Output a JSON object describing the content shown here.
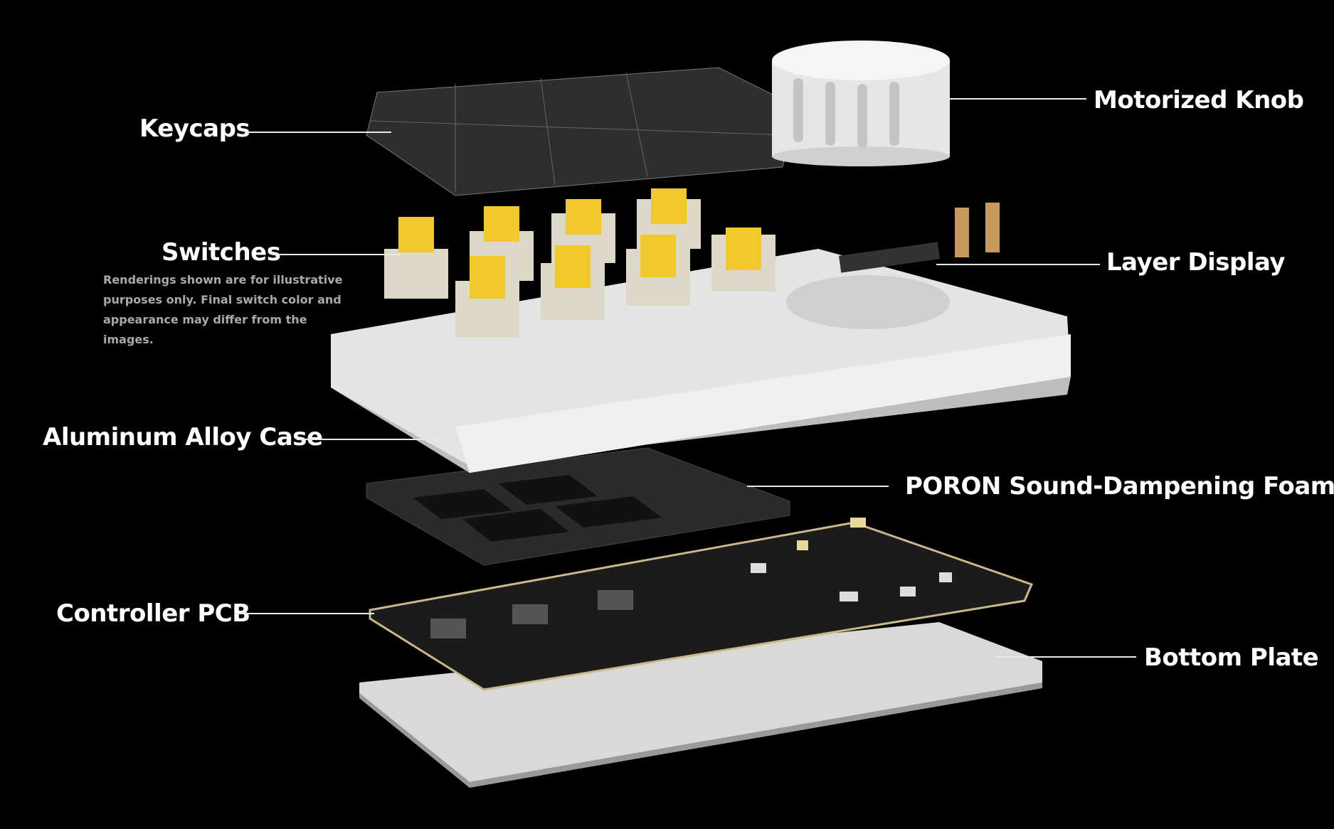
{
  "labels": {
    "keycaps": "Keycaps",
    "motorized_knob": "Motorized Knob",
    "switches": "Switches",
    "layer_display": "Layer Display",
    "case": "Aluminum Alloy Case",
    "foam": "PORON Sound-Dampening Foam",
    "pcb": "Controller PCB",
    "bottom_plate": "Bottom Plate"
  },
  "disclaimer": [
    "Renderings shown are for illustrative",
    "purposes only. Final switch color and",
    "appearance may differ from the images."
  ],
  "colors": {
    "background": "#000000",
    "text": "#ffffff",
    "switch": "#f2c92a",
    "case": "#e6e6e6"
  }
}
